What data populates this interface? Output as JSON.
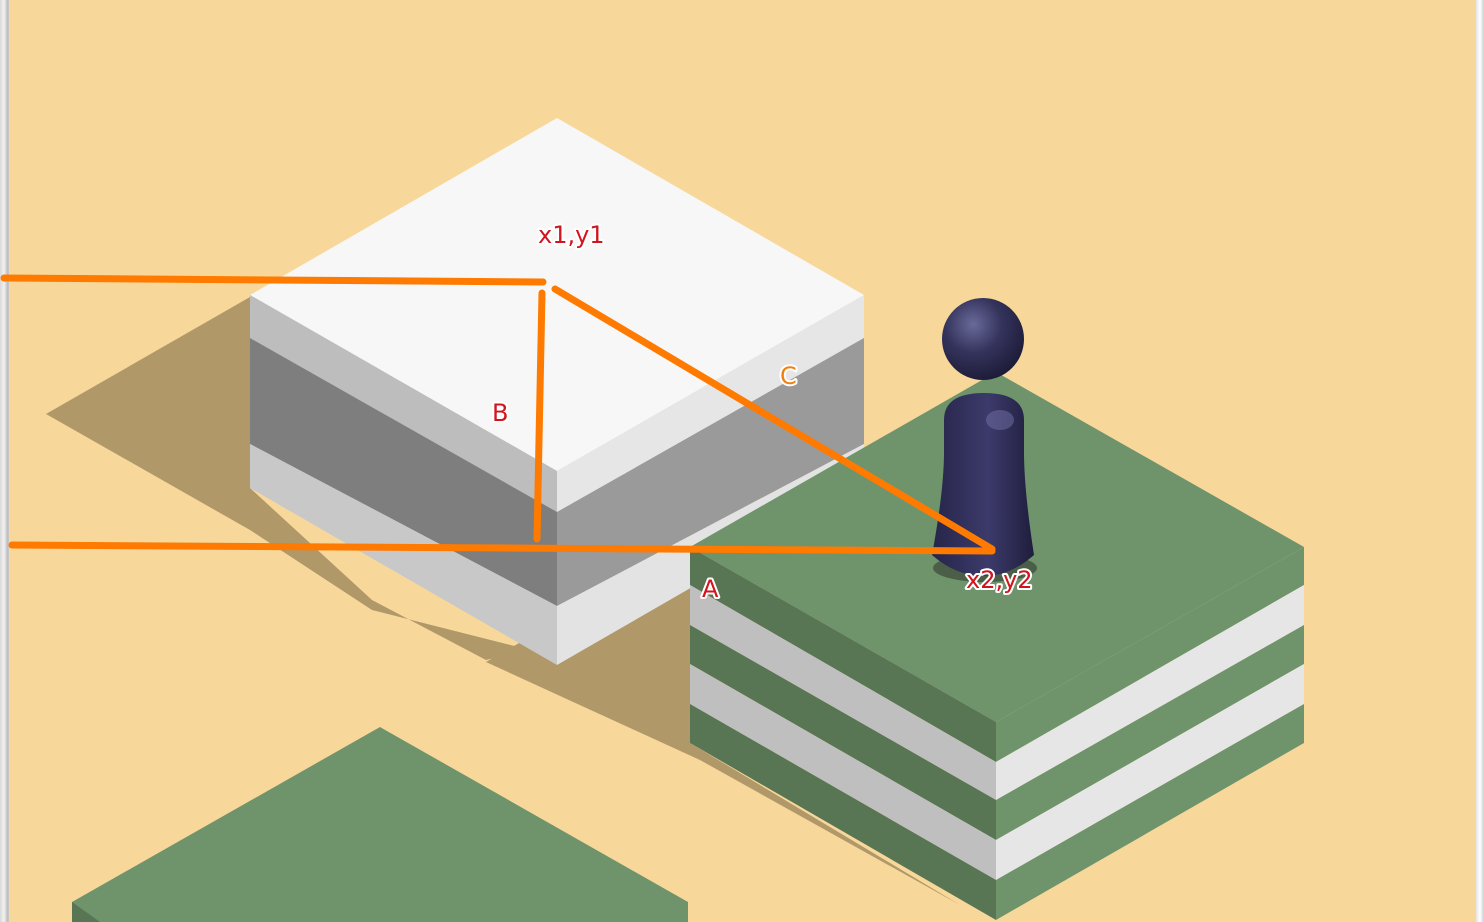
{
  "scene": {
    "background_color": "#f8d89a",
    "line_color": "#ff7a00",
    "annotations": {
      "point1": "x1,y1",
      "point2": "x2,y2",
      "side_a": "A",
      "side_b": "B",
      "side_c": "C"
    },
    "label_colors": {
      "red": "#d2141e",
      "orange": "#f08010"
    }
  }
}
